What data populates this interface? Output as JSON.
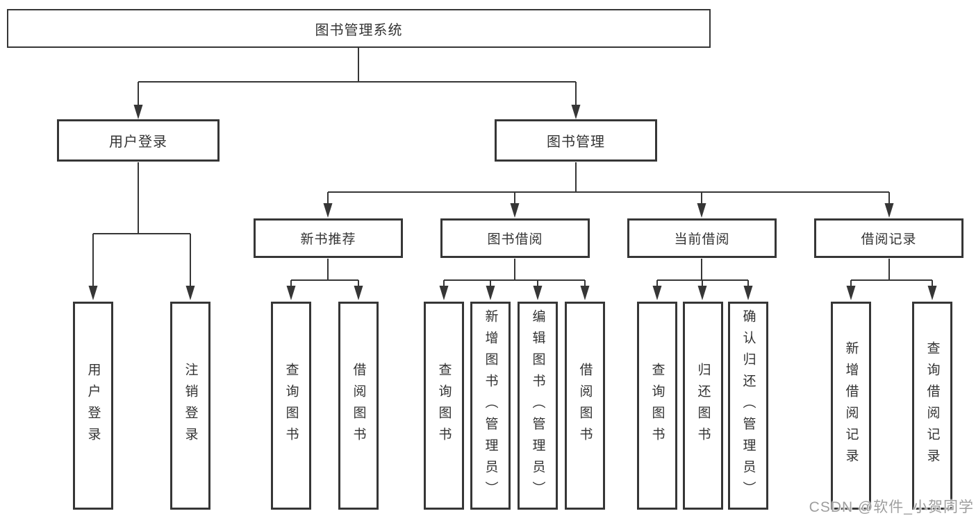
{
  "tree": {
    "root": "图书管理系统",
    "login": {
      "label": "用户登录",
      "children": [
        "用户登录",
        "注销登录"
      ]
    },
    "mgmt": {
      "label": "图书管理"
    },
    "new_books": {
      "label": "新书推荐",
      "children": [
        "查询图书",
        "借阅图书"
      ]
    },
    "borrow": {
      "label": "图书借阅",
      "children": [
        "查询图书",
        "新增图书（管理员）",
        "编辑图书（管理员）",
        "借阅图书"
      ]
    },
    "current": {
      "label": "当前借阅",
      "children": [
        "查询图书",
        "归还图书",
        "确认归还（管理员）"
      ]
    },
    "records": {
      "label": "借阅记录",
      "children": [
        "新增借阅记录",
        "查询借阅记录"
      ]
    }
  },
  "watermark": "CSDN @软件_小贺同学",
  "colors": {
    "line": "#363636",
    "box_border": "#363636",
    "text": "#333333",
    "watermark_text": "#9e9e9e",
    "background": "#ffffff"
  }
}
